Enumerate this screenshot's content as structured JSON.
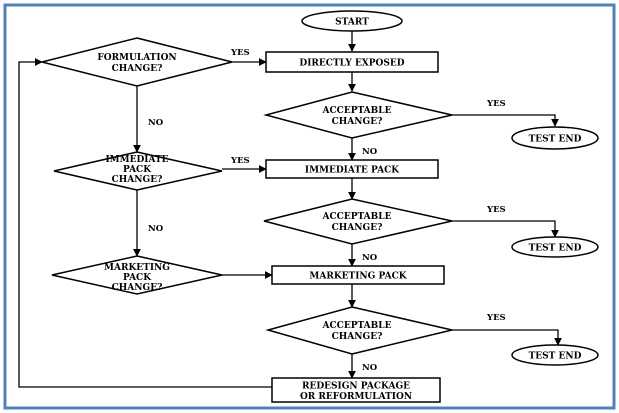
{
  "colors": {
    "frame": "#4f81bd",
    "line": "#000000",
    "fill": "#ffffff"
  },
  "nodes": {
    "start": "START",
    "formulation_q": [
      "FORMULATION",
      "CHANGE?"
    ],
    "directly_exposed": "DIRECTLY EXPOSED",
    "acceptable_1": [
      "ACCEPTABLE",
      "CHANGE?"
    ],
    "test_end_1": "TEST END",
    "immediate_q": [
      "IMMEDIATE",
      "PACK",
      "CHANGE?"
    ],
    "immediate_pack": "IMMEDIATE PACK",
    "acceptable_2": [
      "ACCEPTABLE",
      "CHANGE?"
    ],
    "test_end_2": "TEST END",
    "marketing_q": [
      "MARKETING",
      "PACK",
      "CHANGE?"
    ],
    "marketing_pack": "MARKETING PACK",
    "acceptable_3": [
      "ACCEPTABLE",
      "CHANGE?"
    ],
    "test_end_3": "TEST END",
    "redesign": [
      "REDESIGN PACKAGE",
      "OR REFORMULATION"
    ]
  },
  "edges": {
    "yes": "YES",
    "no": "NO"
  }
}
